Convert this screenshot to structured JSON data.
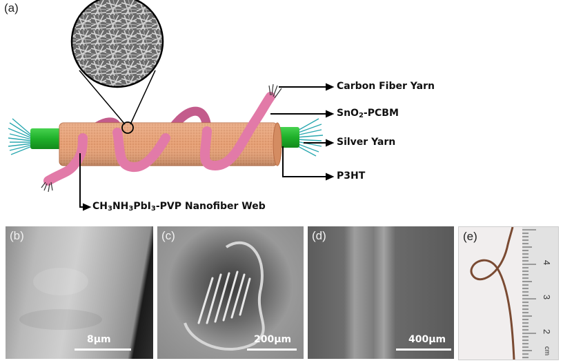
{
  "panel_a": {
    "label": "(a)",
    "callouts": {
      "carbon_fiber_yarn": "Carbon Fiber Yarn",
      "sno2_pcbm": {
        "pre": "SnO",
        "sub": "2",
        "post": "-PCBM"
      },
      "silver_yarn": "Silver Yarn",
      "p3ht": "P3HT",
      "nanofiber_web": {
        "parts": [
          "CH",
          "3",
          "NH",
          "3",
          "PbI",
          "3",
          "-PVP Nanofiber Web"
        ]
      }
    }
  },
  "panel_b": {
    "label": "(b)",
    "scale": "8μm"
  },
  "panel_c": {
    "label": "(c)",
    "scale": "200μm"
  },
  "panel_d": {
    "label": "(d)",
    "scale": "400μm"
  },
  "panel_e": {
    "label": "(e)",
    "ruler_numbers": [
      "4",
      "3",
      "2"
    ],
    "ruler_unit": "cm"
  },
  "colors": {
    "perovskite_tube": "#e6a075",
    "pink_fiber": "#e27aa8",
    "silver_core": "#2fc23a",
    "fiber_brush": "#2aa8b0",
    "callout_line": "#000000"
  }
}
